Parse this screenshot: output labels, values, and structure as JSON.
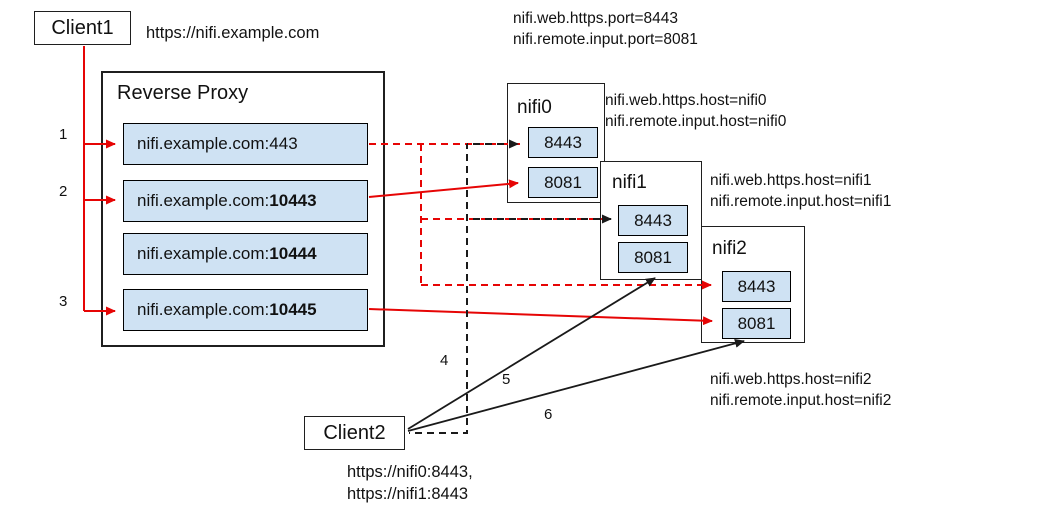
{
  "diagram": {
    "client1": {
      "label": "Client1",
      "url": "https://nifi.example.com"
    },
    "global_config": "nifi.web.https.port=8443\nnifi.remote.input.port=8081",
    "reverse_proxy": {
      "title": "Reverse Proxy",
      "mappings": [
        {
          "prefix": "nifi.example.com:",
          "port": "443",
          "bold_port": false
        },
        {
          "prefix": "nifi.example.com:",
          "port": "10443",
          "bold_port": true
        },
        {
          "prefix": "nifi.example.com:",
          "port": "10444",
          "bold_port": true
        },
        {
          "prefix": "nifi.example.com:",
          "port": "10445",
          "bold_port": true
        }
      ]
    },
    "nodes": [
      {
        "name": "nifi0",
        "https_port": "8443",
        "s2s_port": "8081",
        "annotation": "nifi.web.https.host=nifi0\nnifi.remote.input.host=nifi0"
      },
      {
        "name": "nifi1",
        "https_port": "8443",
        "s2s_port": "8081",
        "annotation": "nifi.web.https.host=nifi1\nnifi.remote.input.host=nifi1"
      },
      {
        "name": "nifi2",
        "https_port": "8443",
        "s2s_port": "8081",
        "annotation": "nifi.web.https.host=nifi2\nnifi.remote.input.host=nifi2"
      }
    ],
    "client2": {
      "label": "Client2",
      "urls": "https://nifi0:8443,\nhttps://nifi1:8443"
    },
    "route_labels": {
      "r1": "1",
      "r2": "2",
      "r3": "3",
      "r4": "4",
      "r5": "5",
      "r6": "6"
    },
    "colors": {
      "red": "#e60505",
      "line_black": "#1a1a1a",
      "node_fill": "#cfe2f3"
    }
  }
}
